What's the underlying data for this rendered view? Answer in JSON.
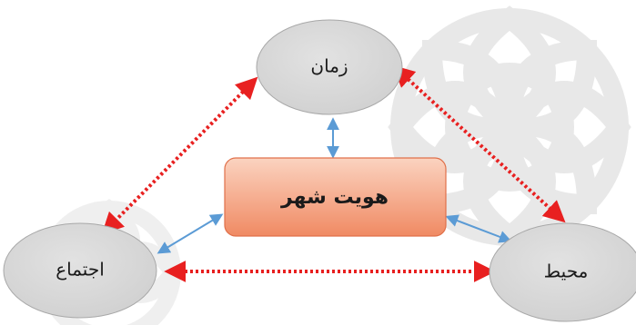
{
  "diagram": {
    "center": {
      "label": "هویت شهر"
    },
    "nodes": {
      "top": {
        "label": "زمان"
      },
      "left": {
        "label": "اجتماع"
      },
      "right": {
        "label": "محیط"
      }
    },
    "colors": {
      "ellipse_fill": "#d6d6d6",
      "ellipse_stroke": "#a0a0a0",
      "center_fill_top": "#fbd0bd",
      "center_fill_bottom": "#f08a63",
      "center_stroke": "#e0704a",
      "blue_arrow": "#5b9bd5",
      "red_dotted": "#e82020",
      "watermark": "#e4e4e4"
    }
  }
}
